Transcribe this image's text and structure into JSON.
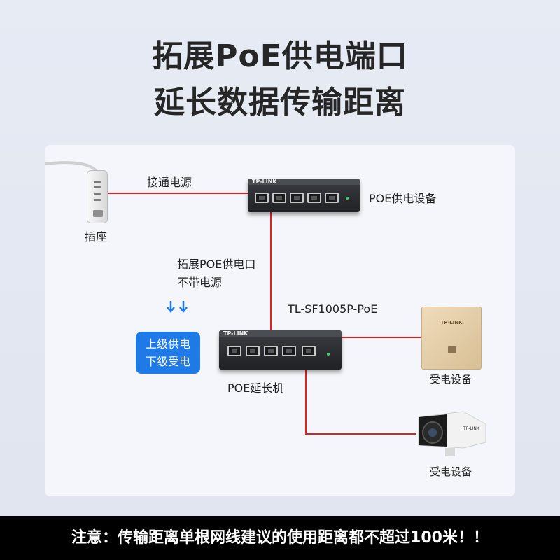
{
  "headline": {
    "line1": "拓展PoE供电端口",
    "line2": "延长数据传输距离"
  },
  "diagram": {
    "outlet_label": "插座",
    "power_link_label": "接通电源",
    "poe_source_label": "POE供电设备",
    "extend_label_1": "拓展POE供电口",
    "extend_label_2": "不带电源",
    "model_label": "TL-SF1005P-PoE",
    "extender_label": "POE延长机",
    "badge_line1": "上级供电",
    "badge_line2": "下级受电",
    "receiver_label_1": "受电设备",
    "receiver_label_2": "受电设备",
    "switch_brand": "TP-LINK",
    "ap_brand": "TP-LINK",
    "camera_brand": "TP-LINK",
    "wire_color": "#e02020",
    "accent_color": "#1f7ae8",
    "icons": [
      "power-outlet-icon",
      "poe-switch-icon",
      "poe-extender-icon",
      "panel-ap-icon",
      "bullet-camera-icon",
      "down-arrow-icon"
    ]
  },
  "footer": {
    "note": "注意：传输距离单根网线建议的使用距离都不超过100米！！"
  }
}
